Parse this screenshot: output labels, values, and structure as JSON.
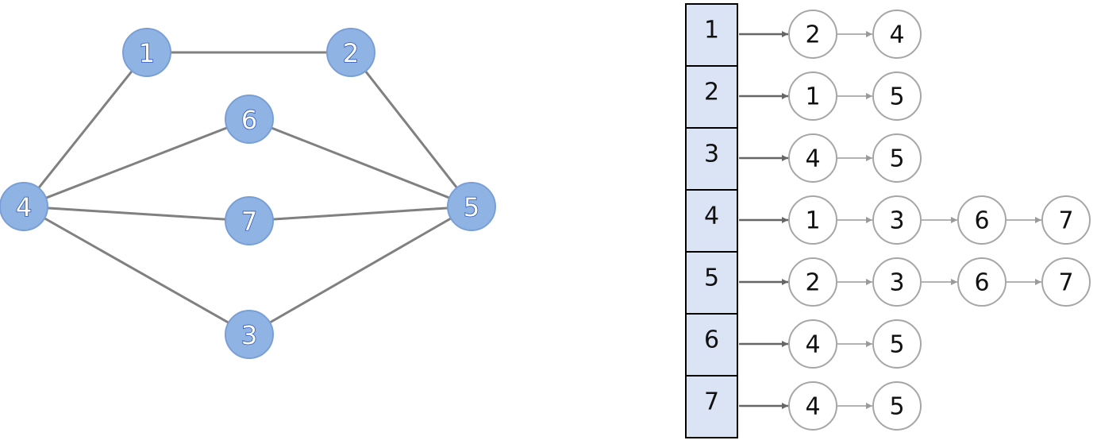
{
  "graph": {
    "vertices": [
      {
        "id": "1",
        "label": "1"
      },
      {
        "id": "2",
        "label": "2"
      },
      {
        "id": "6",
        "label": "6"
      },
      {
        "id": "4",
        "label": "4"
      },
      {
        "id": "7",
        "label": "7"
      },
      {
        "id": "5",
        "label": "5"
      },
      {
        "id": "3",
        "label": "3"
      }
    ],
    "edges": [
      [
        "1",
        "2"
      ],
      [
        "1",
        "4"
      ],
      [
        "2",
        "5"
      ],
      [
        "4",
        "6"
      ],
      [
        "4",
        "7"
      ],
      [
        "4",
        "3"
      ],
      [
        "6",
        "5"
      ],
      [
        "7",
        "5"
      ],
      [
        "3",
        "5"
      ]
    ],
    "colors": {
      "node_fill": "#8fb4e3",
      "node_stroke": "#7a9fd6",
      "label_outline": "#2f55b8",
      "edge": "#808080"
    }
  },
  "adjacency_list": {
    "rows": [
      {
        "index": "1",
        "neighbors": [
          "2",
          "4"
        ]
      },
      {
        "index": "2",
        "neighbors": [
          "1",
          "5"
        ]
      },
      {
        "index": "3",
        "neighbors": [
          "4",
          "5"
        ]
      },
      {
        "index": "4",
        "neighbors": [
          "1",
          "3",
          "6",
          "7"
        ]
      },
      {
        "index": "5",
        "neighbors": [
          "2",
          "3",
          "6",
          "7"
        ]
      },
      {
        "index": "6",
        "neighbors": [
          "4",
          "5"
        ]
      },
      {
        "index": "7",
        "neighbors": [
          "4",
          "5"
        ]
      }
    ],
    "colors": {
      "cell_fill": "#dbe4f4",
      "cell_stroke": "#000000",
      "node_stroke": "#a6a6a6",
      "arrow": "#7f7f7f"
    }
  }
}
